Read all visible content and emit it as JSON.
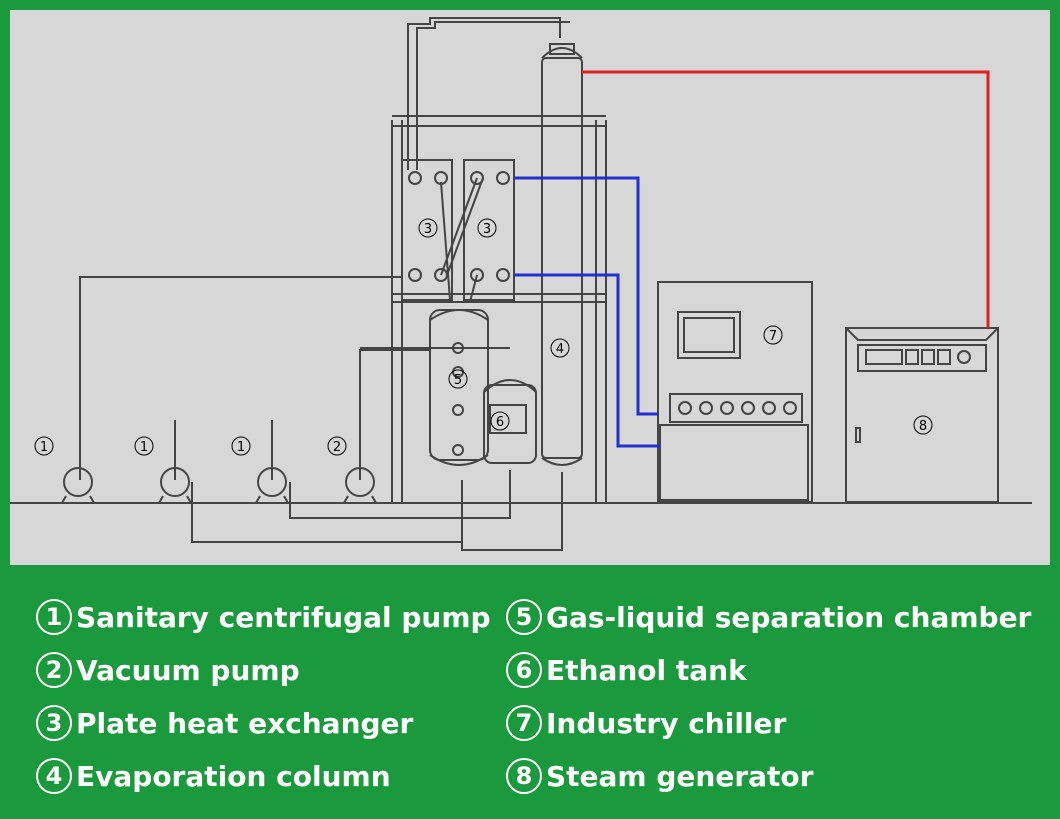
{
  "diagram": {
    "components": {
      "pump_1": "1",
      "vacuum_pump": "2",
      "plate_hx": "3",
      "evaporation_column": "4",
      "separation_chamber": "5",
      "ethanol_tank": "6",
      "chiller": "7",
      "steam_generator": "8"
    }
  },
  "legend": {
    "items": [
      {
        "num": "1",
        "label": "Sanitary centrifugal pump"
      },
      {
        "num": "2",
        "label": "Vacuum pump"
      },
      {
        "num": "3",
        "label": "Plate heat exchanger"
      },
      {
        "num": "4",
        "label": "Evaporation column"
      },
      {
        "num": "5",
        "label": "Gas-liquid separation chamber"
      },
      {
        "num": "6",
        "label": "Ethanol tank"
      },
      {
        "num": "7",
        "label": "Industry chiller"
      },
      {
        "num": "8",
        "label": "Steam generator"
      }
    ]
  },
  "colors": {
    "frame": "#1a9a3c",
    "diagram_bg": "#d7d7d7",
    "steam_line": "#e02020",
    "coolant_line": "#2030d0",
    "equipment_stroke": "#444444"
  }
}
